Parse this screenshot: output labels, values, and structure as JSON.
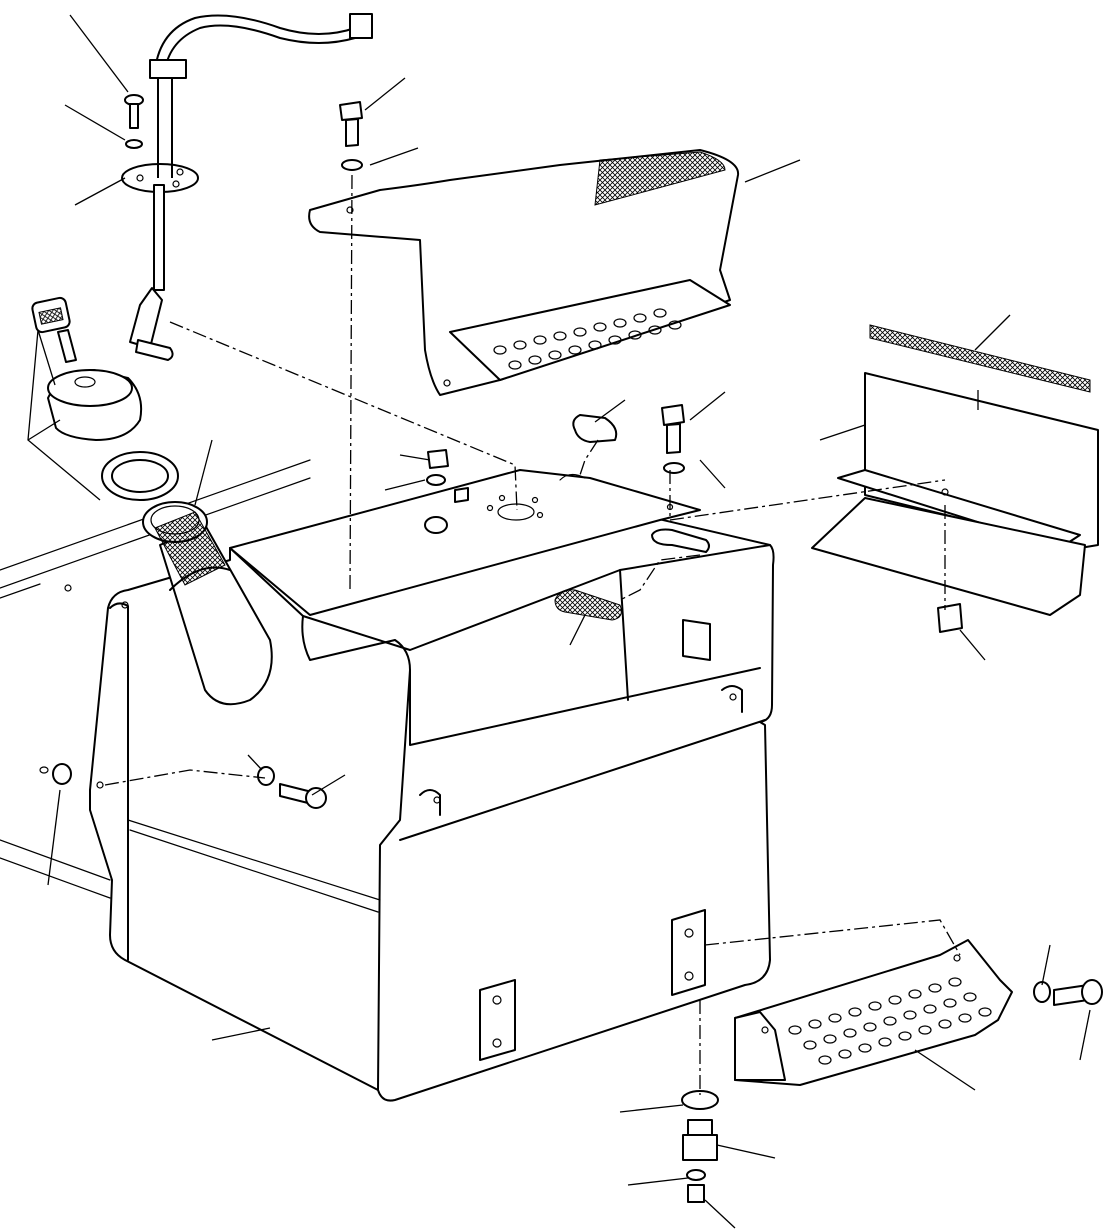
{
  "figure": {
    "kind": "exploded-parts-diagram",
    "callout_labels": []
  },
  "parts": [
    {
      "id": "fuel-tank",
      "icon": "fuel-tank-icon"
    },
    {
      "id": "filler-neck",
      "icon": "filler-neck-icon"
    },
    {
      "id": "filler-cap",
      "icon": "filler-cap-icon"
    },
    {
      "id": "cap-key",
      "icon": "key-icon"
    },
    {
      "id": "cap-seal-ring",
      "icon": "seal-ring-icon"
    },
    {
      "id": "fuel-level-sender",
      "icon": "sender-unit-icon"
    },
    {
      "id": "upper-step",
      "icon": "step-icon"
    },
    {
      "id": "lower-step",
      "icon": "step-icon"
    },
    {
      "id": "step-bracket",
      "icon": "bracket-icon"
    },
    {
      "id": "anti-slip-strip",
      "icon": "strip-icon"
    },
    {
      "id": "drain-plug",
      "icon": "plug-icon"
    },
    {
      "id": "mounting-plate",
      "icon": "plate-icon"
    }
  ]
}
